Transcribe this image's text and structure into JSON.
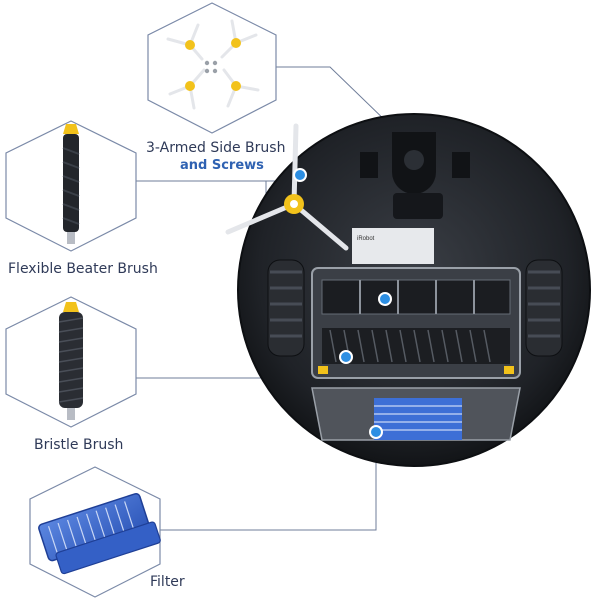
{
  "labels": {
    "side_brush": "3-Armed Side Brush",
    "screws": "and Screws",
    "beater_brush": "Flexible Beater Brush",
    "bristle_brush": "Bristle Brush",
    "filter": "Filter"
  },
  "device_text": {
    "model_sticker": "iRobot"
  },
  "colors": {
    "accent_blue": "#2f62b2",
    "label_text": "#2f3a58",
    "frame_stroke": "#7b8aa8",
    "brush_yellow": "#f2c21b",
    "robot_dark": "#1e2126",
    "filter_blue": "#3d6fd6",
    "marker_blue": "#2d8fe3"
  },
  "icons": [
    "hexagon-frame",
    "location-marker-icon"
  ]
}
